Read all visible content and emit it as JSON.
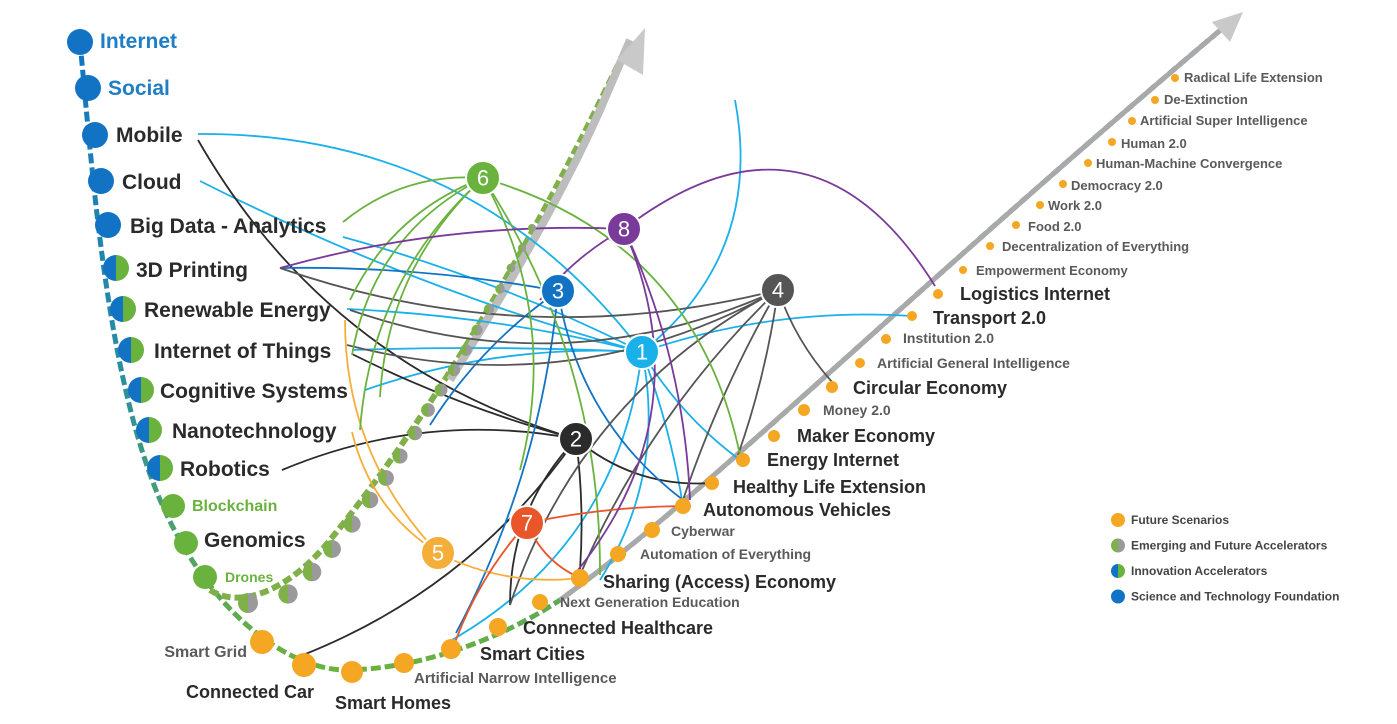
{
  "science_foundation": [
    "Internet",
    "Social",
    "Mobile",
    "Cloud",
    "Big Data - Analytics"
  ],
  "innovation_accelerators": [
    "3D Printing",
    "Renewable Energy",
    "Internet of Things",
    "Cognitive Systems",
    "Nanotechnology",
    "Robotics"
  ],
  "emerging_accelerators": [
    "Blockchain",
    "Genomics",
    "Drones"
  ],
  "future_scenarios_low": [
    "Smart Grid",
    "Connected Car",
    "Smart Homes",
    "Artificial Narrow Intelligence",
    "Smart Cities",
    "Connected Healthcare",
    "Next Generation Education",
    "Sharing (Access) Economy",
    "Automation of Everything",
    "Cyberwar",
    "Autonomous Vehicles",
    "Healthy Life Extension",
    "Energy Internet",
    "Maker Economy",
    "Money 2.0",
    "Circular Economy",
    "Artificial General Intelligence",
    "Institution 2.0",
    "Transport 2.0",
    "Logistics Internet"
  ],
  "future_scenarios_high": [
    "Empowerment Economy",
    "Decentralization of Everything",
    "Food 2.0",
    "Work 2.0",
    "Democracy 2.0",
    "Human-Machine Convergence",
    "Human 2.0",
    "Artificial Super Intelligence",
    "De-Extinction",
    "Radical Life Extension"
  ],
  "hubs": [
    "1",
    "2",
    "3",
    "4",
    "5",
    "6",
    "7",
    "8"
  ],
  "legend": [
    "Future Scenarios",
    "Emerging and Future Accelerators",
    "Innovation Accelerators",
    "Science and Technology Foundation"
  ],
  "colors": {
    "scenario": "#f5a623",
    "foundation": "#1273c4",
    "innovation_green": "#6ab23e",
    "hub1": "#1ab0ea",
    "hub2": "#2b2b2b",
    "hub3": "#1273c4",
    "hub4": "#555555",
    "hub5": "#f5ae3a",
    "hub6": "#6ab23e",
    "hub7": "#e8562a",
    "hub8": "#7a3a9a"
  }
}
